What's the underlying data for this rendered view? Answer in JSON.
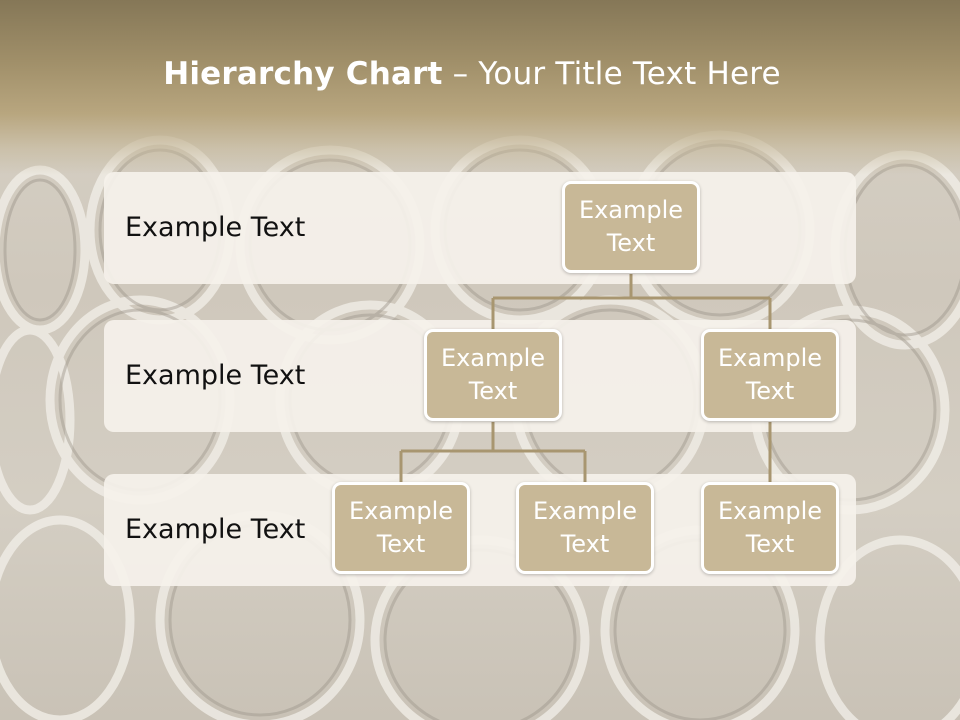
{
  "title": {
    "bold": "Hierarchy Chart",
    "rest": " – Your Title Text Here"
  },
  "levels": [
    {
      "label": "Example Text"
    },
    {
      "label": "Example Text"
    },
    {
      "label": "Example Text"
    }
  ],
  "nodes": {
    "root": "Example Text",
    "level2_left": "Example Text",
    "level2_right": "Example Text",
    "level3_a": "Example Text",
    "level3_b": "Example Text",
    "level3_c": "Example Text"
  },
  "colors": {
    "node_fill": "#c8b897",
    "connector": "#a89670",
    "title_band": "#a08f69"
  }
}
